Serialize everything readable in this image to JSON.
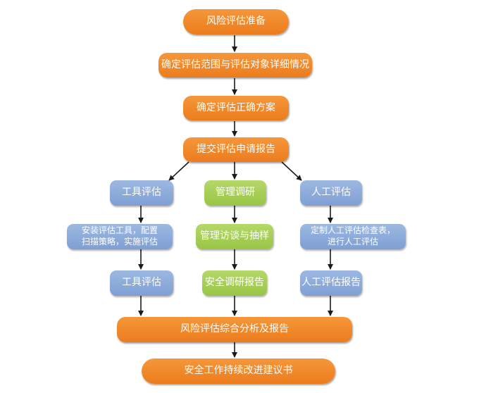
{
  "flow": {
    "step1": "风险评估准备",
    "step2": "确定评估范围与评估对象详细情况",
    "step3": "确定评估正确方案",
    "step4": "提交评估申请报告",
    "left": {
      "title": "工具评估",
      "detail_line1": "安装评估工具，配置",
      "detail_line2": "扫描策略，实施评估",
      "result": "工具评估"
    },
    "middle": {
      "title": "管理调研",
      "detail": "管理访谈与抽样",
      "result": "安全调研报告"
    },
    "right": {
      "title": "人工评估",
      "detail_line1": "定制人工评估检查表，",
      "detail_line2": "进行人工评估",
      "result": "人工评估报告"
    },
    "step_final": "风险评估综合分析及报告",
    "step_last": "安全工作持续改进建议书"
  },
  "colors": {
    "orange": "#f08a2a",
    "blue": "#8eaddc",
    "green": "#a6cf55",
    "arrow": "#1a1a1a"
  }
}
